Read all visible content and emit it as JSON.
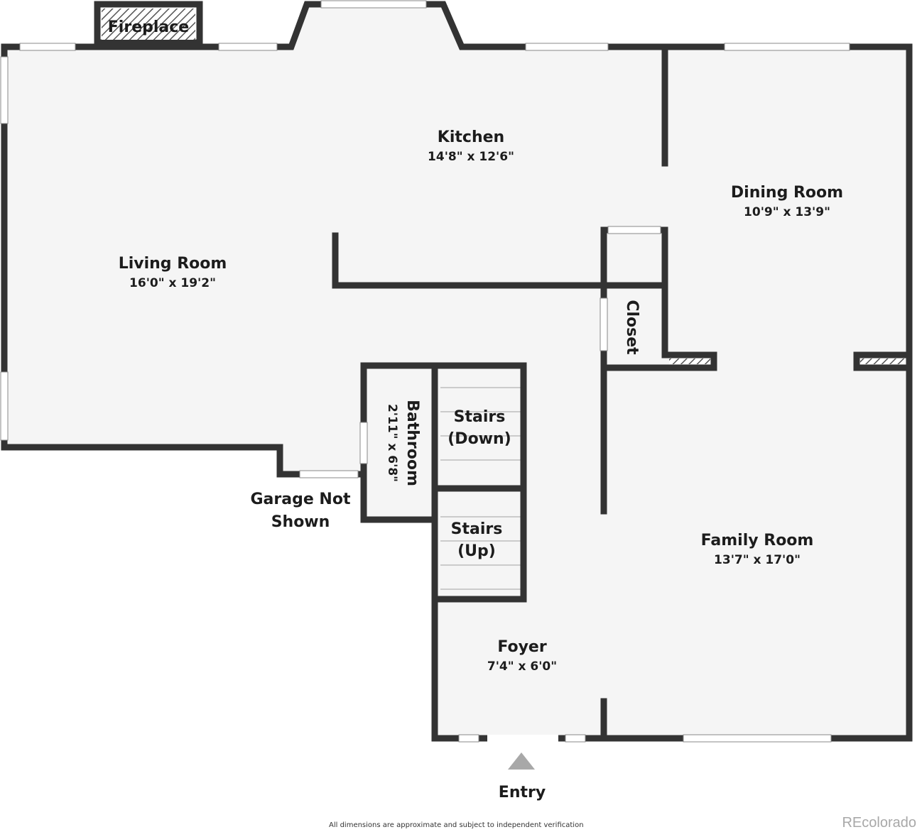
{
  "rooms": {
    "kitchen": {
      "name": "Kitchen",
      "dims": "14'8\" x 12'6\""
    },
    "dining": {
      "name": "Dining Room",
      "dims": "10'9\" x 13'9\""
    },
    "living": {
      "name": "Living Room",
      "dims": "16'0\" x 19'2\""
    },
    "family": {
      "name": "Family Room",
      "dims": "13'7\" x 17'0\""
    },
    "foyer": {
      "name": "Foyer",
      "dims": "7'4\" x 6'0\""
    },
    "bathroom": {
      "name": "Bathroom",
      "dims": "2'11\" x 6'8\""
    },
    "closet": {
      "name": "Closet"
    },
    "stairs_down": {
      "line1": "Stairs",
      "line2": "(Down)"
    },
    "stairs_up": {
      "line1": "Stairs",
      "line2": "(Up)"
    },
    "fireplace": {
      "name": "Fireplace"
    },
    "garage": {
      "line1": "Garage Not",
      "line2": "Shown"
    }
  },
  "entry_label": "Entry",
  "footer": {
    "disclaimer": "All dimensions are approximate and subject to independent verification",
    "brand": "REcolorado"
  },
  "colors": {
    "wall": "#333333",
    "floor": "#f5f5f5",
    "window": "#ffffff",
    "entry_arrow": "#a8a8a8"
  }
}
